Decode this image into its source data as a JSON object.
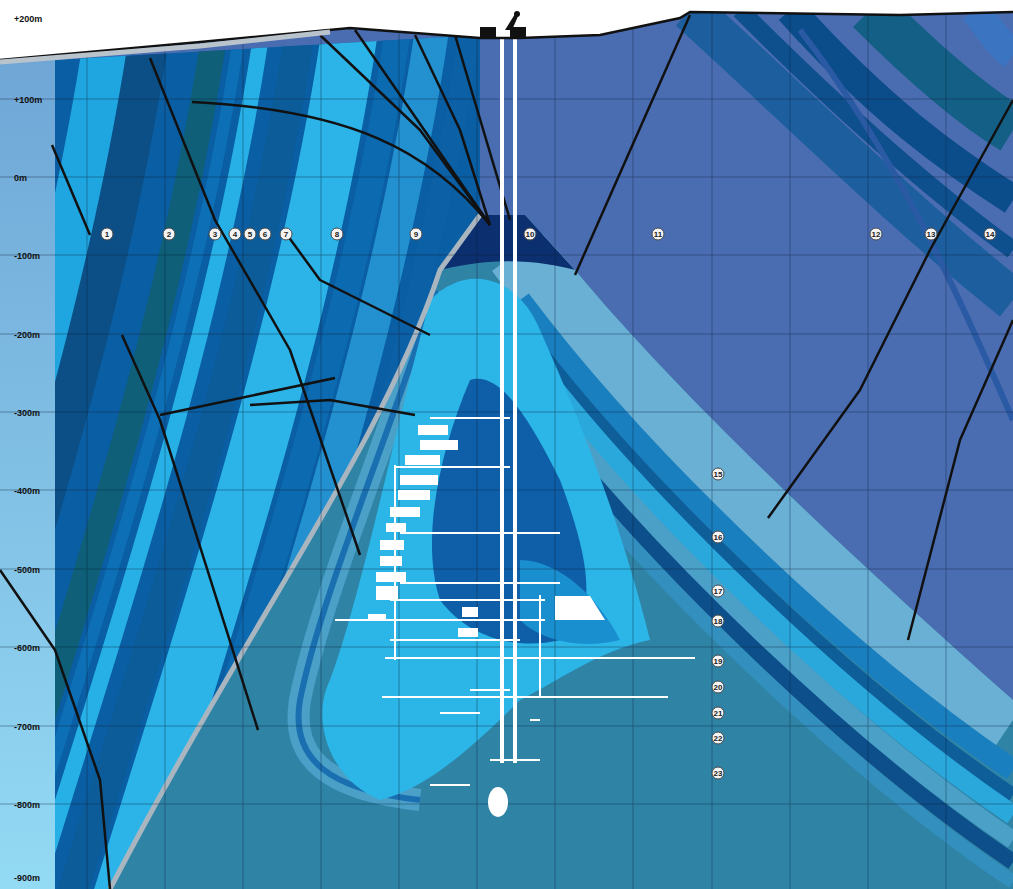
{
  "diagram": {
    "labels": [
      "+200m",
      "+100m",
      "0m",
      "-100m",
      "-200m",
      "-300m",
      "-400m",
      "-500m",
      "-600m",
      "-700m",
      "-800m",
      "-900m",
      "1",
      "2",
      "3",
      "4",
      "5",
      "6",
      "7",
      "8",
      "9",
      "10",
      "11",
      "12",
      "13",
      "14",
      "15",
      "16",
      "17",
      "18",
      "19",
      "20",
      "21",
      "22",
      "23"
    ]
  }
}
